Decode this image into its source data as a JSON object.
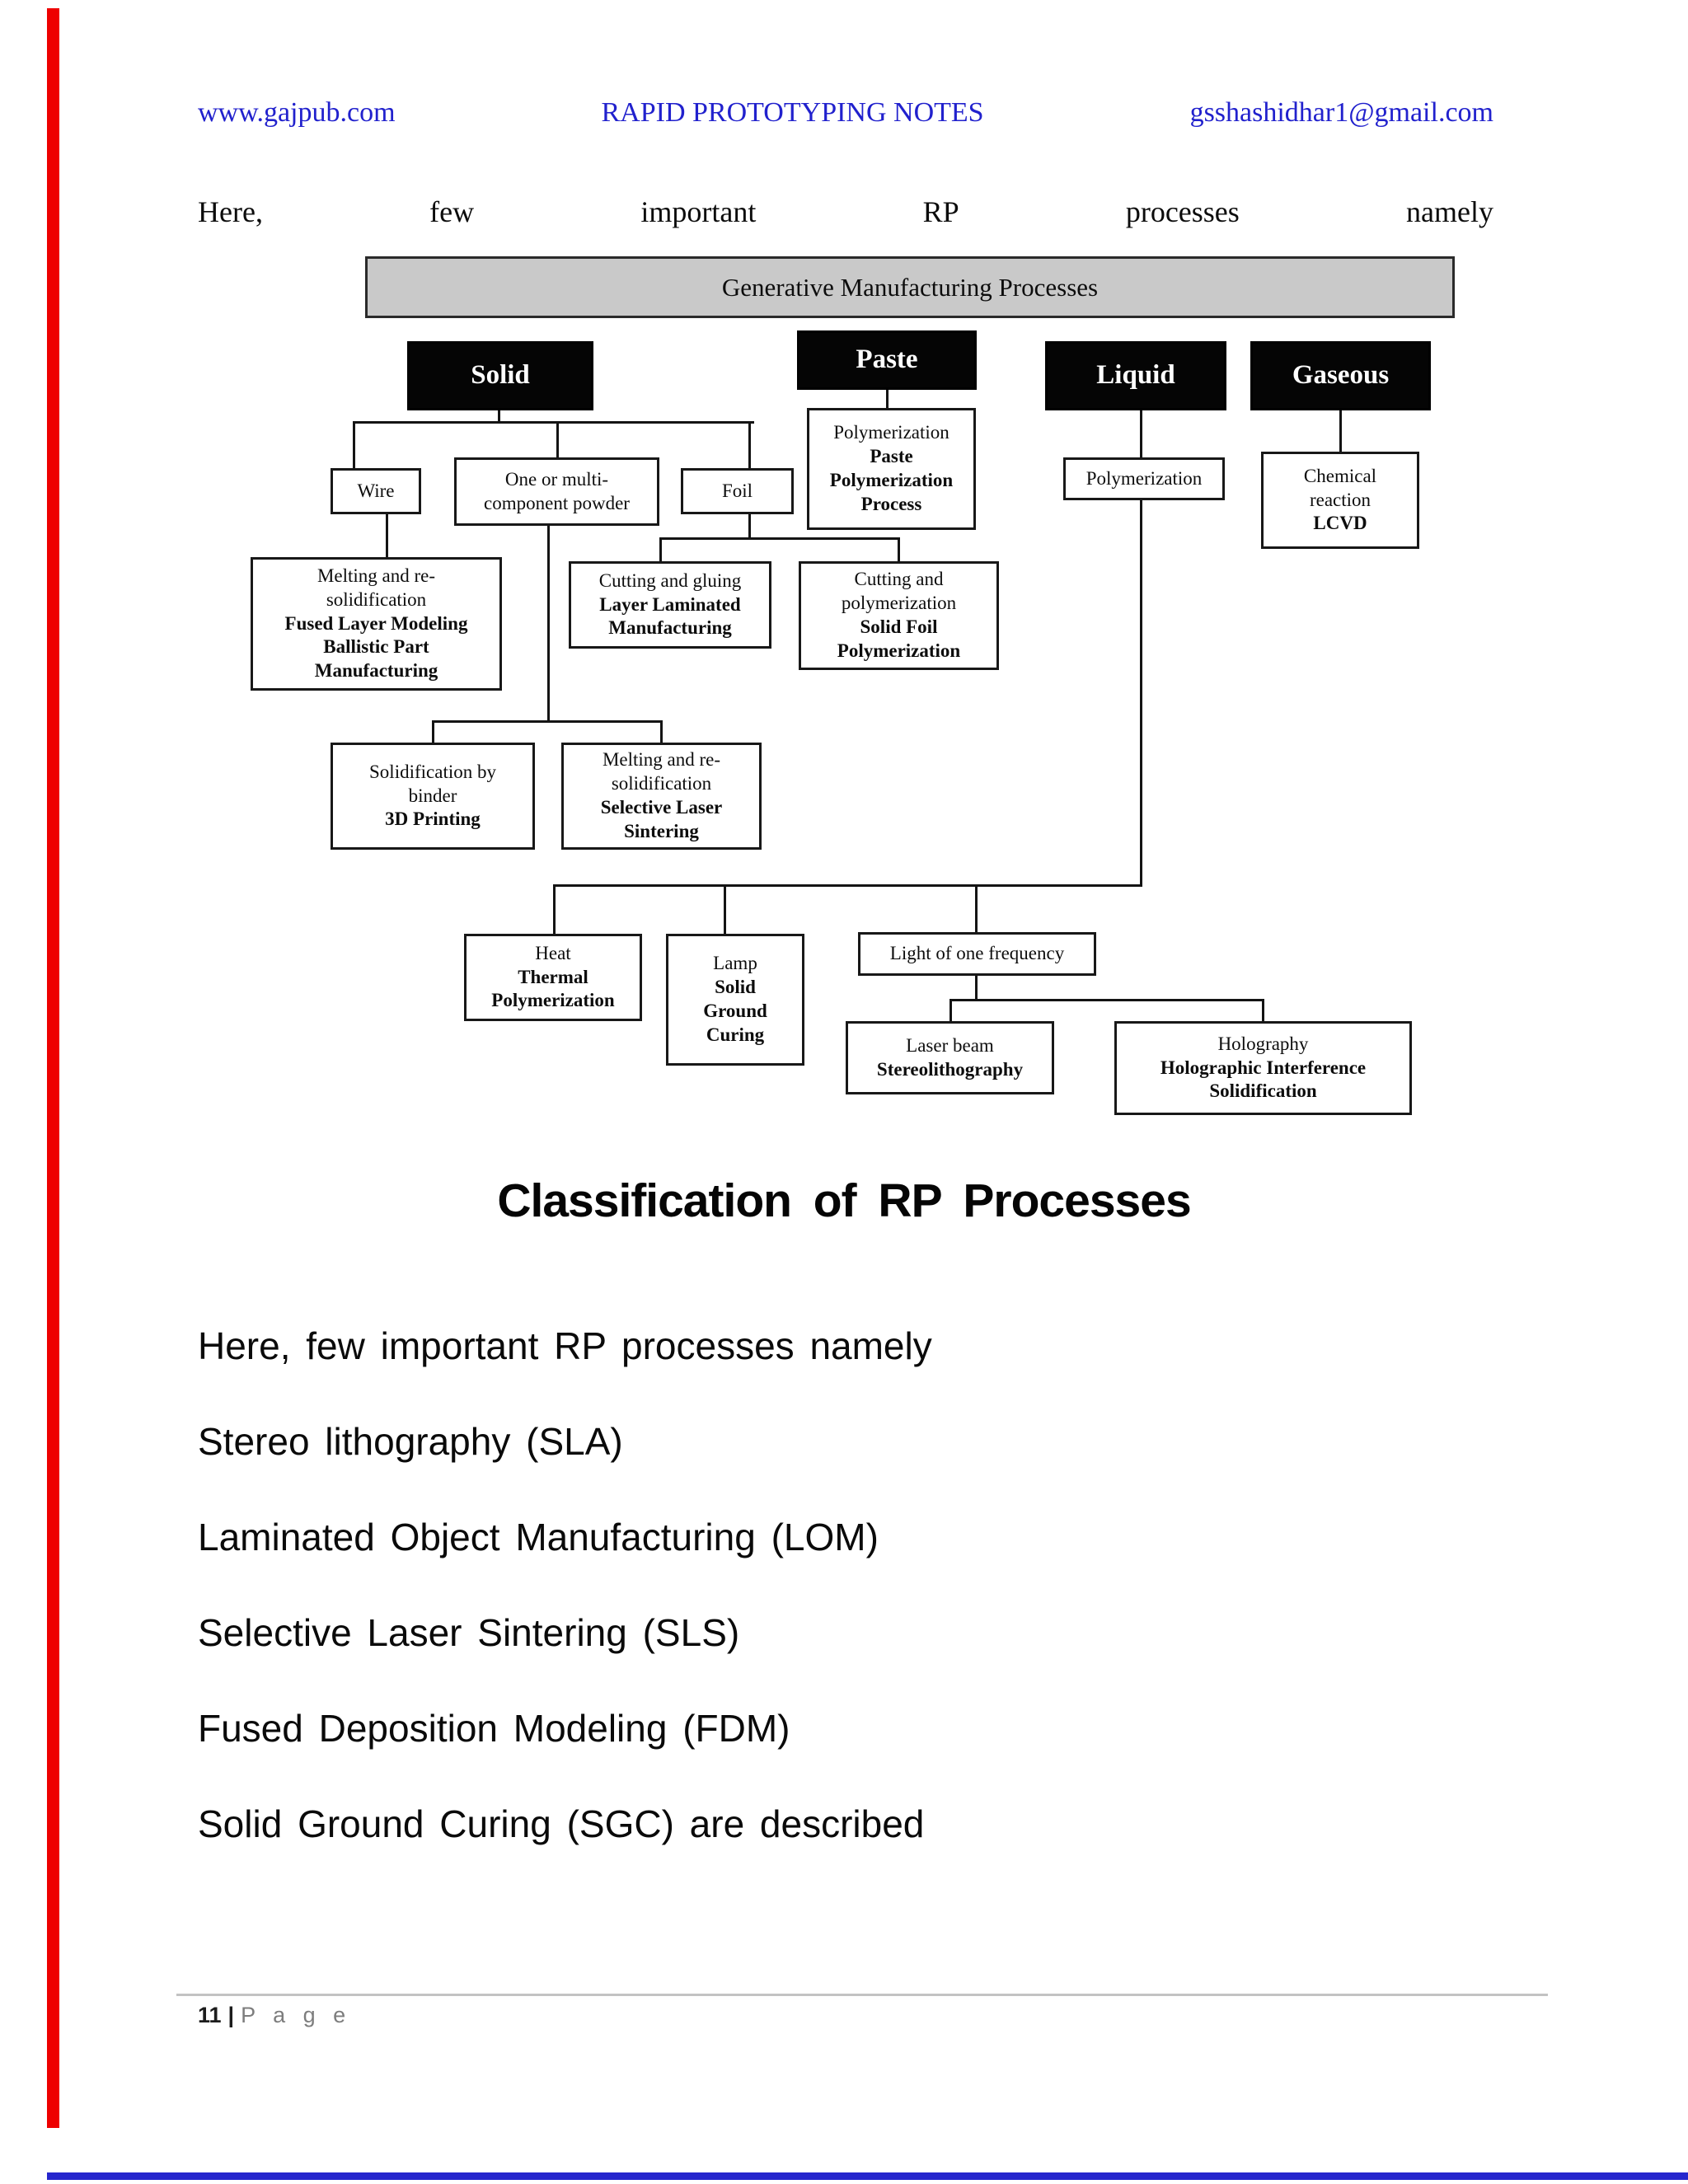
{
  "page": {
    "header": {
      "site_url": "www.gajpub.com",
      "doc_title": "RAPID PROTOTYPING NOTES",
      "email": "gsshashidhar1@gmail.com"
    },
    "intro_words": [
      "Here,",
      "few",
      "important",
      "RP",
      "processes",
      "namely"
    ],
    "footer": {
      "page_number": "11",
      "separator": "|",
      "page_label": "P a g e"
    },
    "colors": {
      "link_blue": "#2121cd",
      "root_gray": "#c9c9c9",
      "left_strip_red": "#ee0000",
      "bottom_line_blue": "#2626cd"
    }
  },
  "diagram": {
    "root_label": "Generative Manufacturing Processes",
    "solid": "Solid",
    "paste": "Paste",
    "liquid": "Liquid",
    "gaseous": "Gaseous",
    "wire": "Wire",
    "powder": {
      "l1": "One or multi-",
      "l2": "component powder"
    },
    "foil": "Foil",
    "paste_poly": {
      "l1": "Polymerization",
      "l2": "Paste",
      "l3": "Polymerization",
      "l4": "Process"
    },
    "liquid_poly": "Polymerization",
    "lcvd": {
      "l1": "Chemical",
      "l2": "reaction",
      "l3": "LCVD"
    },
    "flm": {
      "l1": "Melting and re-",
      "l2": "solidification",
      "l3": "Fused Layer Modeling",
      "l4": "Ballistic Part",
      "l5": "Manufacturing"
    },
    "llm": {
      "l1": "Cutting and gluing",
      "l2": "Layer Laminated",
      "l3": "Manufacturing"
    },
    "sfp": {
      "l1": "Cutting and",
      "l2": "polymerization",
      "l3": "Solid Foil",
      "l4": "Polymerization"
    },
    "printing3d": {
      "l1": "Solidification by",
      "l2": "binder",
      "l3": "3D Printing"
    },
    "sls": {
      "l1": "Melting and re-",
      "l2": "solidification",
      "l3": "Selective Laser",
      "l4": "Sintering"
    },
    "thermal": {
      "l1": "Heat",
      "l2": "Thermal",
      "l3": "Polymerization"
    },
    "sgc": {
      "l1": "Lamp",
      "l2": "Solid",
      "l3": "Ground",
      "l4": "Curing"
    },
    "light": "Light of one frequency",
    "sla": {
      "l1": "Laser beam",
      "l2": "Stereolithography"
    },
    "holo": {
      "l1": "Holography",
      "l2": "Holographic Interference",
      "l3": "Solidification"
    }
  },
  "classification": {
    "title": "Classification of RP Processes",
    "lines": [
      "Here, few important RP processes namely",
      "Stereo lithography (SLA)",
      "Laminated Object Manufacturing (LOM)",
      "Selective Laser Sintering (SLS)",
      "Fused Deposition Modeling (FDM)",
      "Solid Ground Curing (SGC) are described"
    ]
  }
}
